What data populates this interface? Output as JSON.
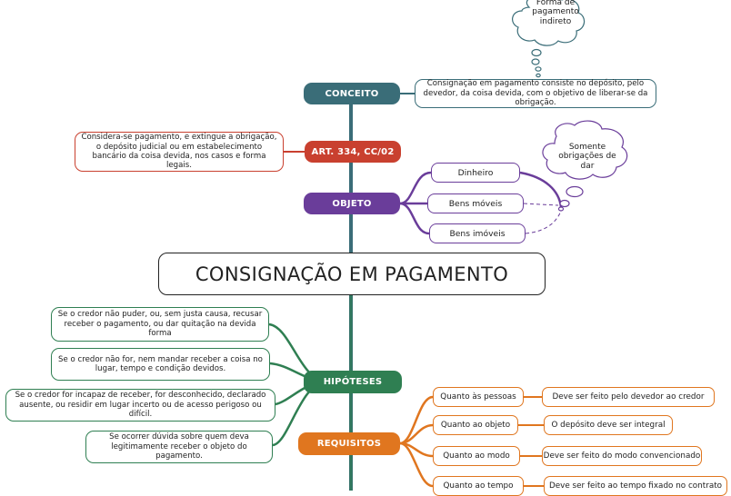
{
  "central": {
    "title": "CONSIGNAÇÃO EM PAGAMENTO"
  },
  "conceito": {
    "label": "CONCEITO",
    "text": "Consignação em pagamento consiste no depósito, pelo devedor, da coisa devida, com o objetivo de liberar-se da obrigação.",
    "note": "Forma de pagamento indireto"
  },
  "artigo": {
    "label": "ART. 334, CC/02",
    "text": "Considera-se pagamento, e extingue a obrigação, o depósito judicial ou em estabelecimento bancário da coisa devida, nos casos e forma legais."
  },
  "objeto": {
    "label": "OBJETO",
    "items": [
      "Dinheiro",
      "Bens móveis",
      "Bens imóveis"
    ],
    "note": "Somente obrigações de dar"
  },
  "hipoteses": {
    "label": "HIPÓTESES",
    "items": [
      "Se o credor não puder, ou, sem justa causa, recusar receber o pagamento, ou dar quitação na devida forma",
      "Se o credor não for, nem mandar receber a coisa no lugar, tempo e condição devidos.",
      "Se o credor for incapaz de receber, for desconhecido, declarado ausente, ou residir em lugar incerto ou de acesso perigoso ou difícil.",
      "Se ocorrer dúvida sobre quem deva legitimamente receber o objeto do pagamento."
    ]
  },
  "requisitos": {
    "label": "REQUISITOS",
    "items": [
      {
        "label": "Quanto às pessoas",
        "detail": "Deve ser feito pelo devedor ao credor"
      },
      {
        "label": "Quanto ao objeto",
        "detail": "O depósito deve ser integral"
      },
      {
        "label": "Quanto ao modo",
        "detail": "Deve ser feito do modo convencionado"
      },
      {
        "label": "Quanto ao tempo",
        "detail": "Deve ser feito ao tempo fixado no contrato"
      }
    ]
  },
  "colors": {
    "conceito": "#3a6d78",
    "artigo": "#c9402f",
    "objeto": "#6a3d9a",
    "hipoteses": "#2f7f52",
    "requisitos": "#e0761f",
    "trunk": "#3a6d78"
  }
}
